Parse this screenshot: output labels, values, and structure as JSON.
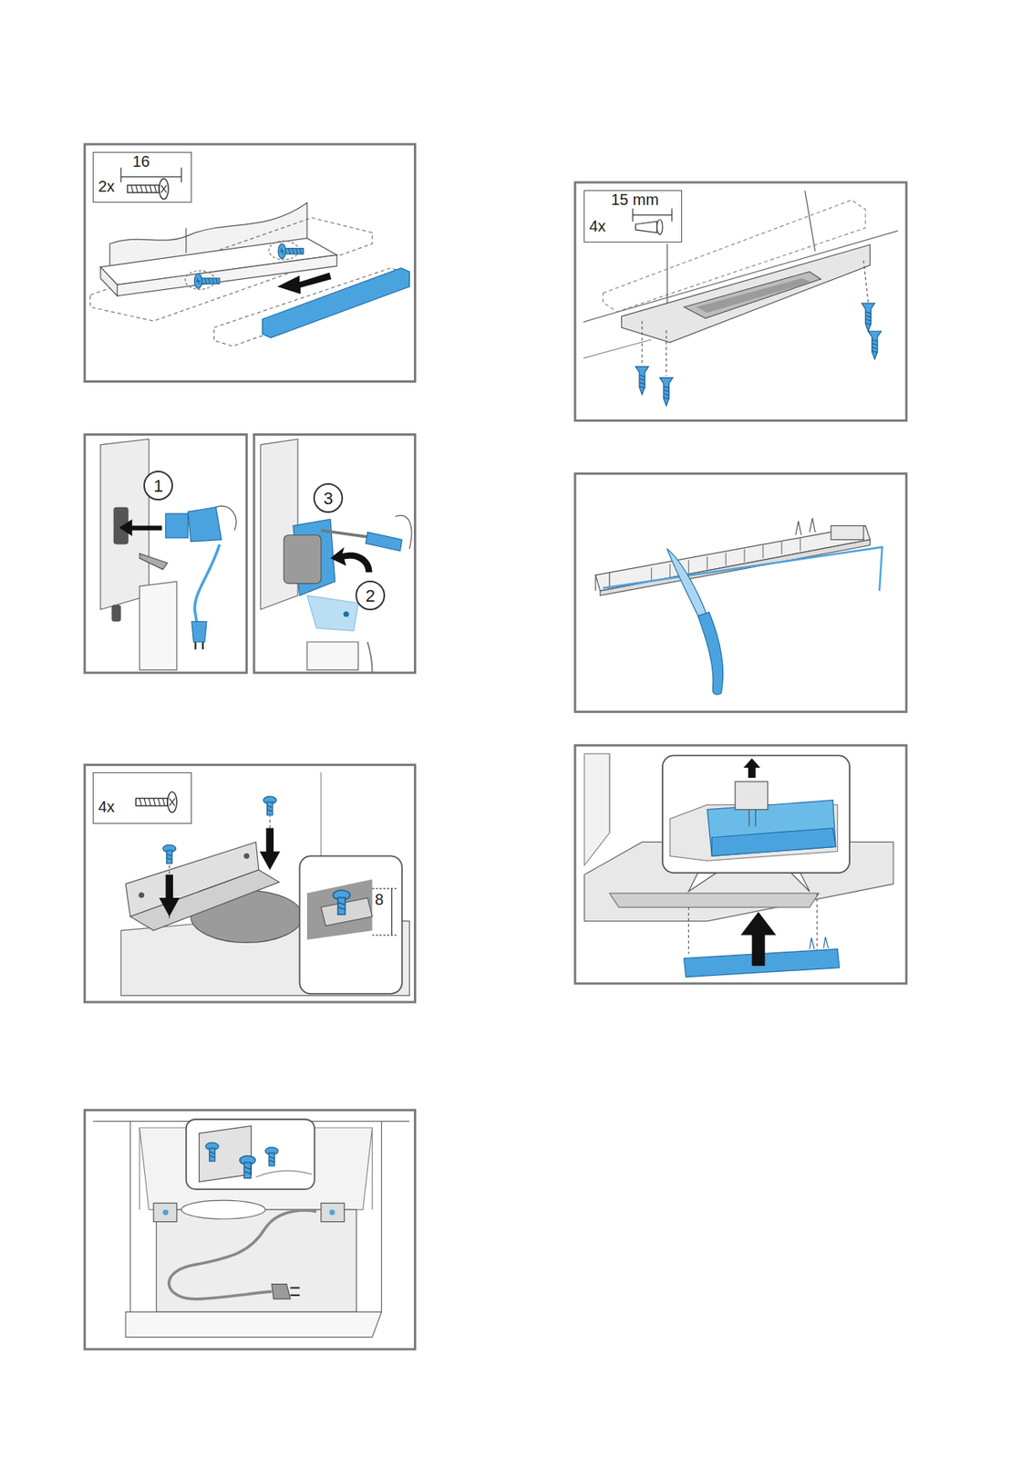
{
  "diagram": {
    "nodes": [
      {
        "text": [
          "16",
          "2x"
        ]
      },
      {
        "text": [
          "1"
        ]
      },
      {
        "text": [
          "3"
        ]
      },
      {
        "text": [
          "2"
        ]
      },
      {
        "text": [
          "4x"
        ]
      },
      {
        "text": [
          "15 mm",
          "4x"
        ]
      }
    ],
    "labels": [
      "8"
    ]
  }
}
